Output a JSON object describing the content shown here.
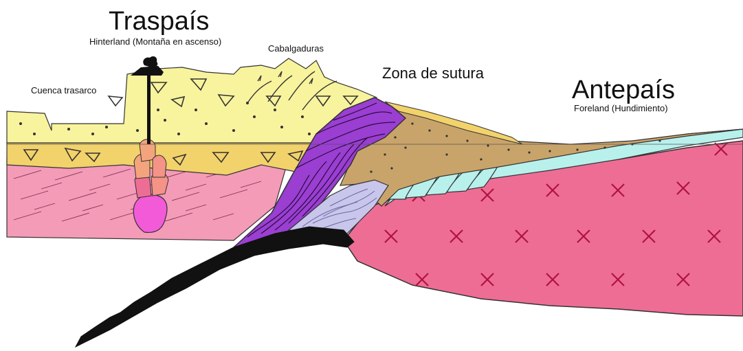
{
  "labels": {
    "traspais": "Traspaís",
    "hinterland": "Hinterland (Montaña en ascenso)",
    "cabalgaduras": "Cabalgaduras",
    "cuenca_trasarco": "Cuenca trasarco",
    "zona_sutura": "Zona de sutura",
    "antepais": "Antepaís",
    "foreland": "Foreland (Hundimiento)"
  },
  "colors": {
    "pale_yellow": "#f8f39d",
    "gold": "#f2d26a",
    "pink_strata": "#f49bb8",
    "purple": "#9a3fd1",
    "lavender": "#c9c6ec",
    "brown": "#c9a46a",
    "cyan": "#b8f0ec",
    "crust_pink": "#ee6d94",
    "crust_x": "#b0123f",
    "slab": "#111111",
    "magenta": "#f25ad8",
    "orange": "#f4a47d",
    "salmon": "#f49386"
  }
}
